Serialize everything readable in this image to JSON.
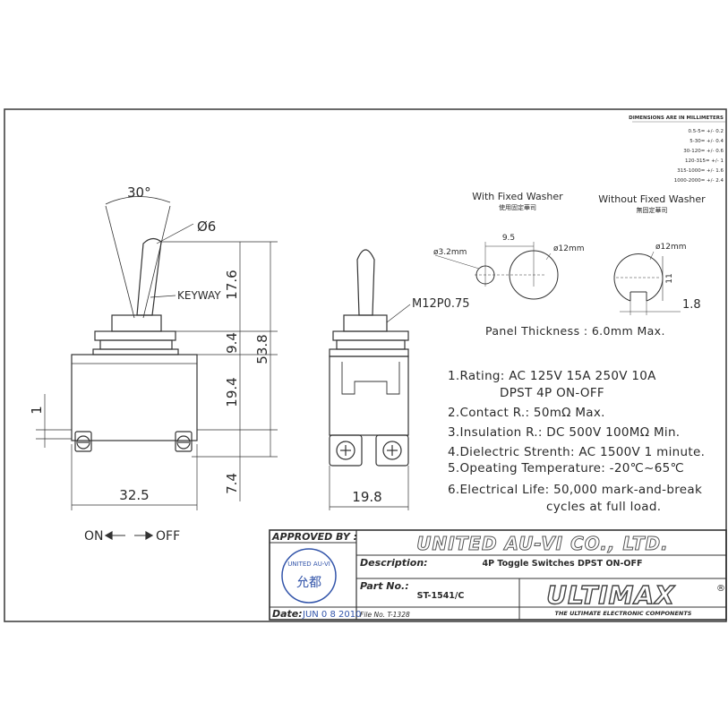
{
  "tolerance_table": {
    "header": "DIMENSIONS ARE IN MILLIMETERS",
    "rows": [
      "0.5-5= +/- 0.2",
      "5-30= +/- 0.4",
      "30-120= +/- 0.6",
      "120-315= +/- 1",
      "315-1000= +/- 1.6",
      "1000-2000= +/- 2.4"
    ]
  },
  "front_view": {
    "angle": "30°",
    "dia": "Ø6",
    "keyway": "KEYWAY",
    "dim_176": "17.6",
    "dim_94": "9.4",
    "dim_194": "19.4",
    "dim_74": "7.4",
    "dim_538": "53.8",
    "dim_1": "1",
    "dim_325": "32.5",
    "on": "ON",
    "off": "OFF"
  },
  "side_view": {
    "thread": "M12P0.75",
    "dim_198": "19.8"
  },
  "panel": {
    "with_washer": "With Fixed Washer",
    "with_washer_cn": "使用固定華司",
    "without_washer": "Without Fixed Washer",
    "without_washer_cn": "無固定華司",
    "d32": "ø3.2mm",
    "s95": "9.5",
    "d12a": "ø12mm",
    "d12b": "ø12mm",
    "h11": "11",
    "w18": "1.8",
    "thickness": "Panel Thickness : 6.0mm Max."
  },
  "specs": {
    "l1a": "1.Rating: AC 125V 15A 250V 10A",
    "l1b": "DPST 4P ON-OFF",
    "l2": "2.Contact R.: 50mΩ Max.",
    "l3": "3.Insulation R.: DC 500V 100MΩ Min.",
    "l4": "4.Dielectric Strenth: AC 1500V 1 minute.",
    "l5": "5.Opeating Temperature: -20℃~65℃",
    "l6a": "6.Electrical Life: 50,000 mark-and-break",
    "l6b": "cycles at full load."
  },
  "title_block": {
    "approved_by": "APPROVED BY :",
    "company": "UNITED AU-VI CO., LTD.",
    "description_label": "Description:",
    "description_value": "4P Toggle Switches DPST ON-OFF",
    "part_label": "Part No.:",
    "part_value": "ST-1541/C",
    "date_label": "Date:",
    "date_value": "JUN 0 8 2010",
    "file_no": "File No. T-1328",
    "brand": "ULTIMAX",
    "brand_tagline": "THE ULTIMATE ELECTRONIC COMPONENTS",
    "stamp_text": "UNITED AU-VI",
    "stamp_name": "允都"
  }
}
